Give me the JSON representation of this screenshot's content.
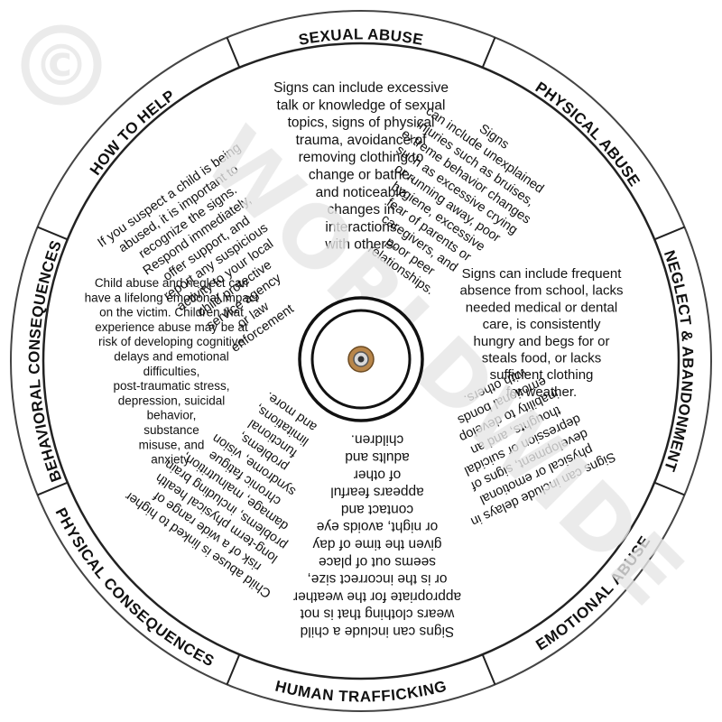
{
  "watermark": {
    "symbol": "©",
    "text": "WORLDWIDE"
  },
  "wheel": {
    "sections": [
      {
        "id": "sexual-abuse",
        "label": "SEXUAL ABUSE",
        "lines": [
          "Signs can include excessive",
          "talk or knowledge of sexual",
          "topics, signs of physical",
          "trauma, avoidance of",
          "removing clothing to",
          "change or bathe,",
          "and noticeable",
          "changes in",
          "interactions",
          "with others."
        ]
      },
      {
        "id": "physical-abuse",
        "label": "PHYSICAL ABUSE",
        "lines": [
          "Signs",
          "can include unexplained",
          "injuries such as bruises,",
          "extreme behavior changes",
          "such as excessive crying",
          "or running away, poor",
          "hygiene, excessive",
          "fear of parents or",
          "caregivers, and",
          "poor peer",
          "relationships."
        ]
      },
      {
        "id": "neglect-abandonment",
        "label": "NEGLECT & ABANDONMENT",
        "lines": [
          "Signs can include frequent",
          "absence from school, lacks",
          "needed medical or dental",
          "care, is consistently",
          "hungry and begs for or",
          "steals food, or lacks",
          "sufficient clothing",
          "for weather."
        ]
      },
      {
        "id": "emotional-abuse",
        "label": "EMOTIONAL ABUSE",
        "lines": [
          "Signs can include delays in",
          "physical or emotional",
          "development, signs of",
          "depression or suicidal",
          "thoughts, and an",
          "inability to develop",
          "emotional bonds",
          "with others."
        ]
      },
      {
        "id": "human-trafficking",
        "label": "HUMAN TRAFFICKING",
        "lines": [
          "Signs can include a child",
          "wears clothing that is not",
          "appropriate for the weather",
          "or is the incorrect size,",
          "seems out of place",
          "given the time of day",
          "or night, avoids eye",
          "contact and",
          "appears fearful",
          "of other",
          "adults and",
          "children."
        ]
      },
      {
        "id": "physical-consequences",
        "label": "PHYSICAL CONSEQUENCES",
        "lines": [
          "Child abuse is linked to higher",
          "risk of a wide range of",
          "long-term physical health",
          "problems, including brain",
          "damage, malnutrition,",
          "chronic fatigue",
          "syndrome, vision",
          "problems,",
          "functional",
          "limitations,",
          "and more."
        ]
      },
      {
        "id": "behavioral-consequences",
        "label": "BEHAVIORAL CONSEQUENCES",
        "lines": [
          "Child abuse and neglect can",
          "have a lifelong emotional impact",
          "on the victim. Children that",
          "experience abuse may be at",
          "risk of developing cognitive",
          "delays and emotional",
          "difficulties,",
          "post-traumatic stress,",
          "depression, suicidal",
          "behavior,",
          "substance",
          "misuse, and",
          "anxiety."
        ]
      },
      {
        "id": "how-to-help",
        "label": "HOW TO HELP",
        "lines": [
          "If you suspect a child is being",
          "abused, it is important to",
          "recognize the signs.",
          "Respond immediately,",
          "offer support, and",
          "report any suspicious",
          "activity to your local",
          "child protective",
          "service agency",
          "or law",
          "enforcement"
        ]
      }
    ]
  }
}
